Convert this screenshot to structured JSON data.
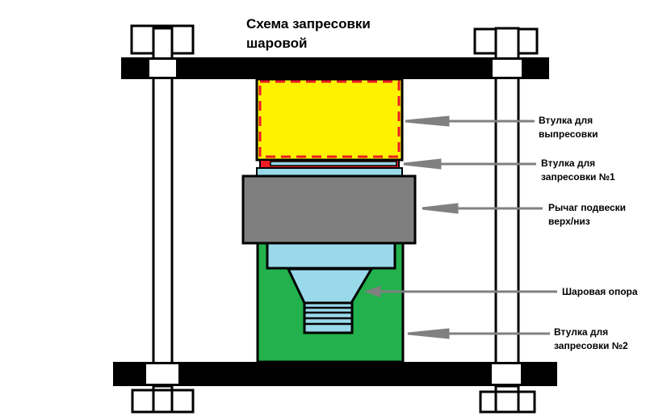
{
  "title_line1": "Схема запресовки",
  "title_line2": "шаровой",
  "labels": [
    {
      "line1": "Втулка для",
      "line2": "выпресовки"
    },
    {
      "line1": "Втулка для",
      "line2": "запресовки №1"
    },
    {
      "line1": "Рычаг подвески",
      "line2": "верх/низ"
    },
    {
      "line1": "Шаровая опора",
      "line2": ""
    },
    {
      "line1": "Втулка для",
      "line2": "запресовки №2"
    }
  ],
  "colors": {
    "yellow": "#fff200",
    "red": "#ed1c24",
    "lightblue": "#99d9ea",
    "gray": "#7f7f7f",
    "green": "#22b14c",
    "arrow": "#808080"
  }
}
